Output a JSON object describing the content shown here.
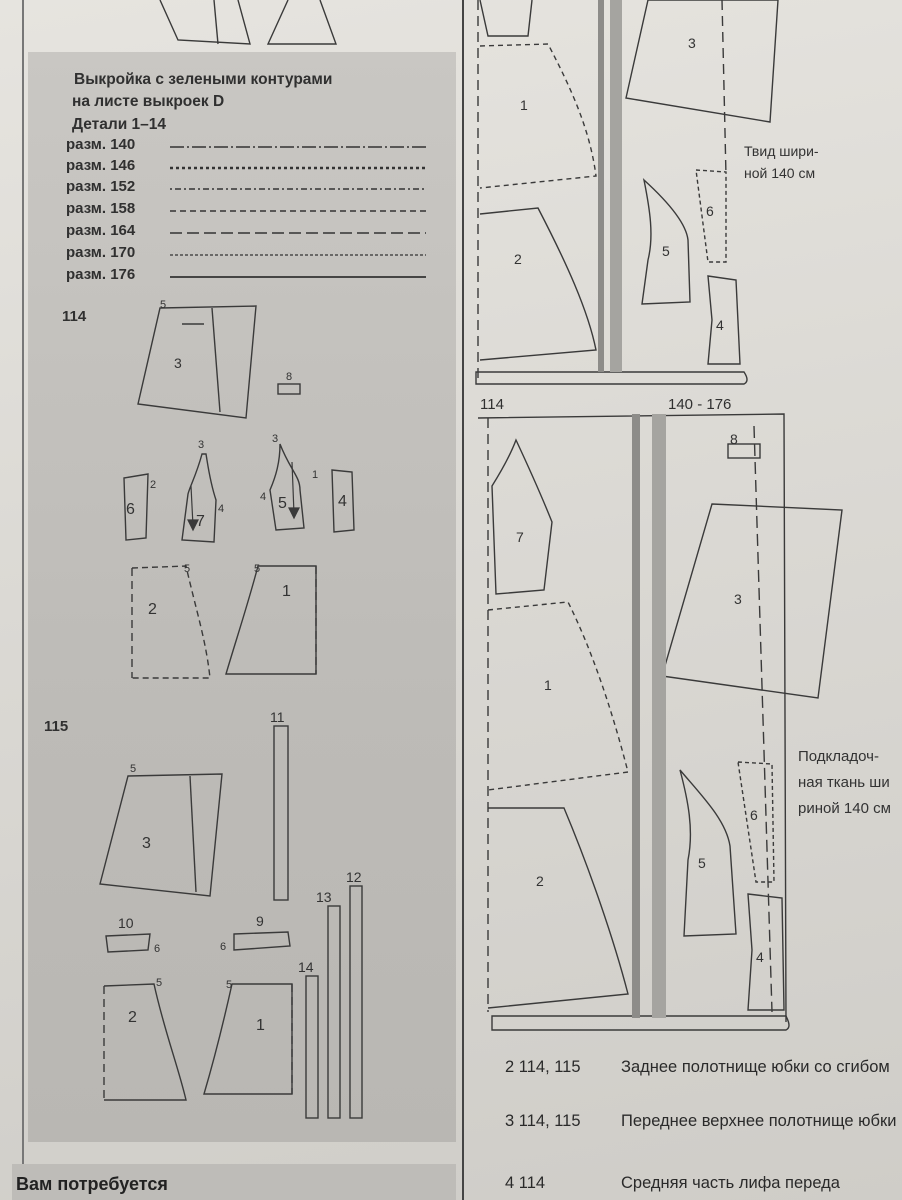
{
  "header": {
    "line1": "Выкройка с зелеными контурами",
    "line2": "на листе выкроек D",
    "line3": "Детали 1–14"
  },
  "sizes": [
    {
      "label": "разм. 140",
      "line": "dash-dot"
    },
    {
      "label": "разм. 146",
      "line": "dot-heavy"
    },
    {
      "label": "разм. 152",
      "line": "dot-dash"
    },
    {
      "label": "разм. 158",
      "line": "dash"
    },
    {
      "label": "разм. 164",
      "line": "long-dash"
    },
    {
      "label": "разм. 170",
      "line": "fine-dash"
    },
    {
      "label": "разм. 176",
      "line": "solid"
    }
  ],
  "models": {
    "a": "114",
    "b": "115"
  },
  "pieces_114": [
    "1",
    "2",
    "3",
    "4",
    "5",
    "6",
    "7",
    "8"
  ],
  "pieces_115": [
    "1",
    "2",
    "3",
    "9",
    "10",
    "11",
    "12",
    "13",
    "14"
  ],
  "piece_marks": {
    "five": "5",
    "two": "2",
    "three": "3",
    "four": "4",
    "one": "1",
    "six": "6"
  },
  "layout_top": {
    "fabric_note": [
      "Твид шири-",
      "ной 140 см"
    ]
  },
  "layout_114": {
    "model": "114",
    "sizes": "140 - 176",
    "fabric_note": [
      "Подкладоч-",
      "ная ткань ши",
      "риной 140 см"
    ]
  },
  "legend": [
    {
      "num": "2  114, 115",
      "text": "Заднее полотнище юбки со сгибом"
    },
    {
      "num": "3  114, 115",
      "text": "Переднее верхнее полотнище юбки"
    },
    {
      "num": "4  114",
      "text": "Средняя часть лифа переда"
    }
  ],
  "footer": {
    "title": "Вам потребуется"
  }
}
